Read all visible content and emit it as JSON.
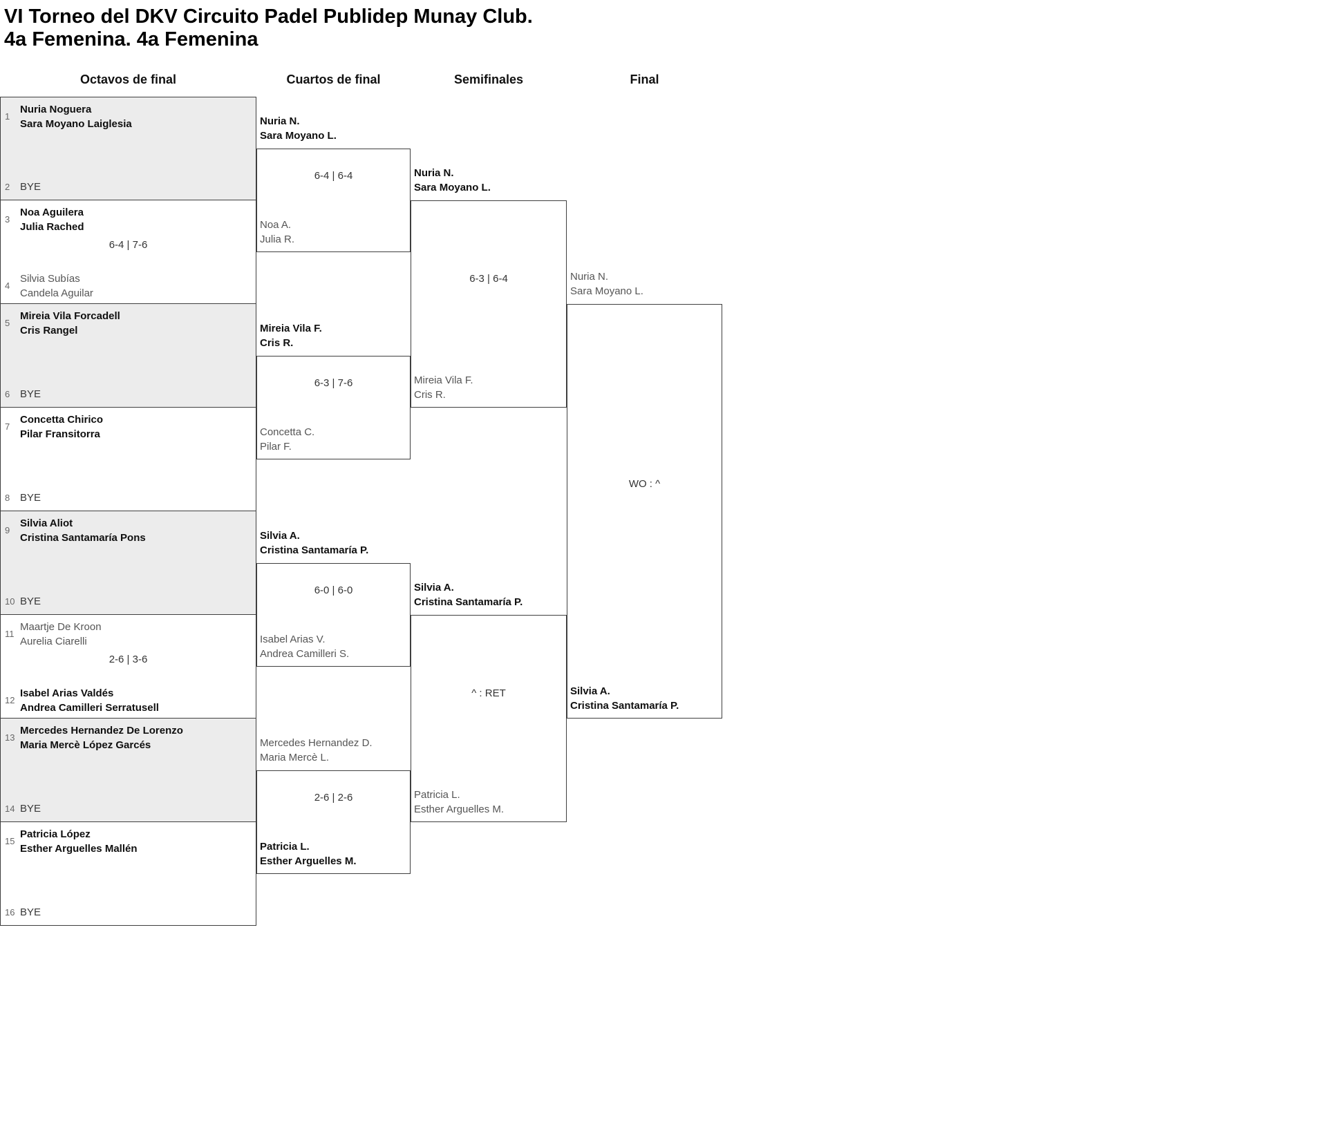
{
  "title": {
    "line1": "VI Torneo del DKV Circuito Padel Publidep Munay Club.",
    "line2": "4a Femenina. 4a Femenina"
  },
  "rounds": [
    {
      "label": "Octavos de final"
    },
    {
      "label": "Cuartos de final"
    },
    {
      "label": "Semifinales"
    },
    {
      "label": "Final"
    }
  ],
  "colors": {
    "shaded_box": "#ececec",
    "border": "#3e3e3e",
    "winner_text": "#0f0f0f",
    "loser_text": "#555555",
    "score_text": "#333333"
  },
  "octavos": [
    {
      "seed_top": "1",
      "top": [
        "Nuria Noguera",
        "Sara Moyano Laiglesia"
      ],
      "seed_bottom": "2",
      "bottom": [
        "BYE"
      ],
      "score": "",
      "winner": "top"
    },
    {
      "seed_top": "3",
      "top": [
        "Noa Aguilera",
        "Julia Rached"
      ],
      "seed_bottom": "4",
      "bottom": [
        "Silvia Subías",
        "Candela Aguilar"
      ],
      "score": "6-4 | 7-6",
      "winner": "top"
    },
    {
      "seed_top": "5",
      "top": [
        "Mireia Vila Forcadell",
        "Cris Rangel"
      ],
      "seed_bottom": "6",
      "bottom": [
        "BYE"
      ],
      "score": "",
      "winner": "top"
    },
    {
      "seed_top": "7",
      "top": [
        "Concetta Chirico",
        "Pilar Fransitorra"
      ],
      "seed_bottom": "8",
      "bottom": [
        "BYE"
      ],
      "score": "",
      "winner": "top"
    },
    {
      "seed_top": "9",
      "top": [
        "Silvia Aliot",
        "Cristina Santamaría Pons"
      ],
      "seed_bottom": "10",
      "bottom": [
        "BYE"
      ],
      "score": "",
      "winner": "top"
    },
    {
      "seed_top": "11",
      "top": [
        "Maartje De Kroon",
        "Aurelia Ciarelli"
      ],
      "seed_bottom": "12",
      "bottom": [
        "Isabel Arias Valdés",
        "Andrea Camilleri Serratusell"
      ],
      "score": "2-6 | 3-6",
      "winner": "bottom"
    },
    {
      "seed_top": "13",
      "top": [
        "Mercedes Hernandez De Lorenzo",
        "Maria Mercè López Garcés"
      ],
      "seed_bottom": "14",
      "bottom": [
        "BYE"
      ],
      "score": "",
      "winner": "top"
    },
    {
      "seed_top": "15",
      "top": [
        "Patricia López",
        "Esther Arguelles Mallén"
      ],
      "seed_bottom": "16",
      "bottom": [
        "BYE"
      ],
      "score": "",
      "winner": "top"
    }
  ],
  "cuartos": [
    {
      "top": [
        "Nuria N.",
        "Sara Moyano L."
      ],
      "bottom": [
        "Noa A.",
        "Julia R."
      ],
      "score": "6-4 | 6-4",
      "winner": "top"
    },
    {
      "top": [
        "Mireia Vila F.",
        "Cris R."
      ],
      "bottom": [
        "Concetta C.",
        "Pilar F."
      ],
      "score": "6-3 | 7-6",
      "winner": "top"
    },
    {
      "top": [
        "Silvia A.",
        "Cristina Santamaría P."
      ],
      "bottom": [
        "Isabel Arias V.",
        "Andrea Camilleri S."
      ],
      "score": "6-0 | 6-0",
      "winner": "top"
    },
    {
      "top": [
        "Mercedes Hernandez D.",
        "Maria Mercè L."
      ],
      "bottom": [
        "Patricia L.",
        "Esther Arguelles M."
      ],
      "score": "2-6 | 2-6",
      "winner": "bottom"
    }
  ],
  "semifinales": [
    {
      "top": [
        "Nuria N.",
        "Sara Moyano L."
      ],
      "bottom": [
        "Mireia Vila F.",
        "Cris R."
      ],
      "score": "6-3 | 6-4",
      "winner": "top"
    },
    {
      "top": [
        "Silvia A.",
        "Cristina Santamaría P."
      ],
      "bottom": [
        "Patricia L.",
        "Esther Arguelles M."
      ],
      "score": "^ : RET",
      "winner": "top"
    }
  ],
  "final": {
    "top": [
      "Nuria N.",
      "Sara Moyano L."
    ],
    "bottom": [
      "Silvia A.",
      "Cristina Santamaría P."
    ],
    "score": "WO : ^",
    "winner": "bottom"
  }
}
